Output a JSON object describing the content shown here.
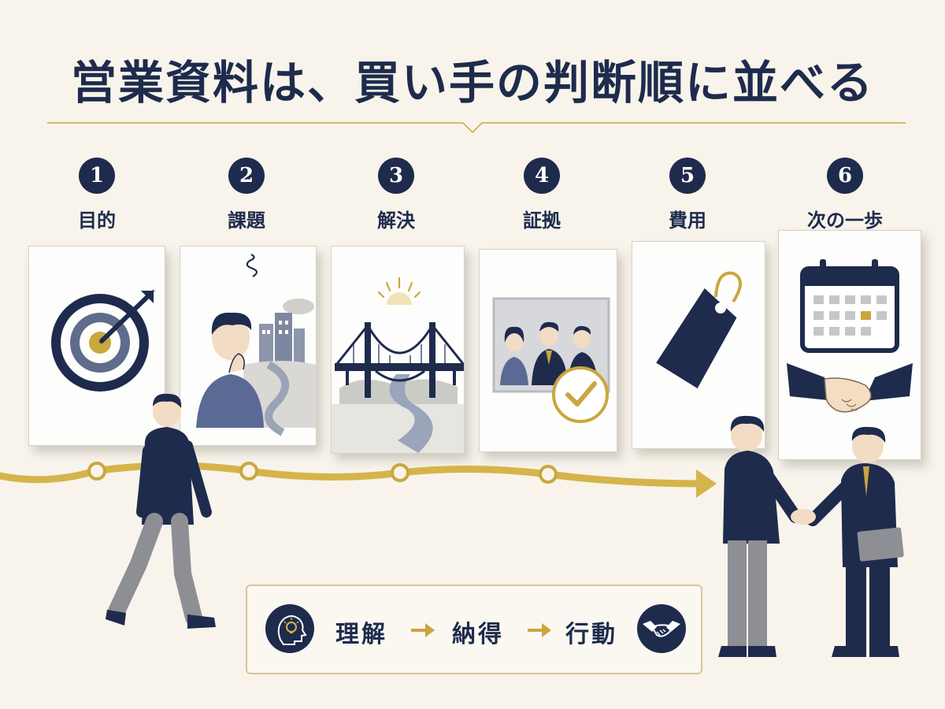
{
  "title": "営業資料は、買い手の判断順に並べる",
  "steps": [
    {
      "number": "1",
      "label": "目的",
      "icon": "target-icon"
    },
    {
      "number": "2",
      "label": "課題",
      "icon": "thinking-person-icon"
    },
    {
      "number": "3",
      "label": "解決",
      "icon": "bridge-icon"
    },
    {
      "number": "4",
      "label": "証拠",
      "icon": "team-photo-check-icon"
    },
    {
      "number": "5",
      "label": "費用",
      "icon": "price-tag-icon"
    },
    {
      "number": "6",
      "label": "次の一歩",
      "icon": "calendar-handshake-icon"
    }
  ],
  "summary": {
    "words": [
      "理解",
      "納得",
      "行動"
    ],
    "left_icon": "head-lightbulb-icon",
    "right_icon": "handshake-icon"
  },
  "colors": {
    "navy": "#1e2b4d",
    "gold": "#c9a73e",
    "background": "#f8f4eb"
  }
}
